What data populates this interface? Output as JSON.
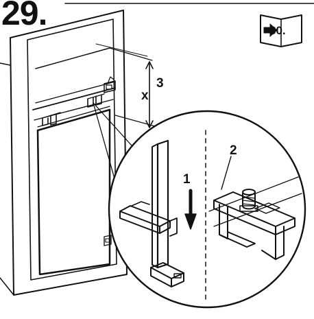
{
  "step": {
    "number": "29."
  },
  "reference": {
    "label": "30.",
    "icon": "book-arrow-icon"
  },
  "callouts": {
    "action_1": "1",
    "part_2": "2",
    "part_3": "3",
    "distance_x": "x"
  },
  "colors": {
    "line": "#111111",
    "background": "#ffffff"
  }
}
